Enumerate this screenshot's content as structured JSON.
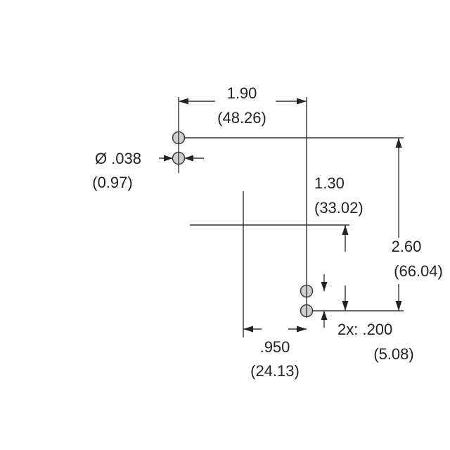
{
  "labels": {
    "width_in": "1.90",
    "width_mm": "(48.26)",
    "diameter_in": "Ø .038",
    "diameter_mm": "(0.97)",
    "mid_height_in": "1.30",
    "mid_height_mm": "(33.02)",
    "total_height_in": "2.60",
    "total_height_mm": "(66.04)",
    "spacing_in": "2x: .200",
    "spacing_mm": "(5.08)",
    "offset_in": ".950",
    "offset_mm": "(24.13)"
  },
  "colors": {
    "line": "#333333",
    "text": "#222222",
    "hole_fill": "#cfcfcf"
  }
}
